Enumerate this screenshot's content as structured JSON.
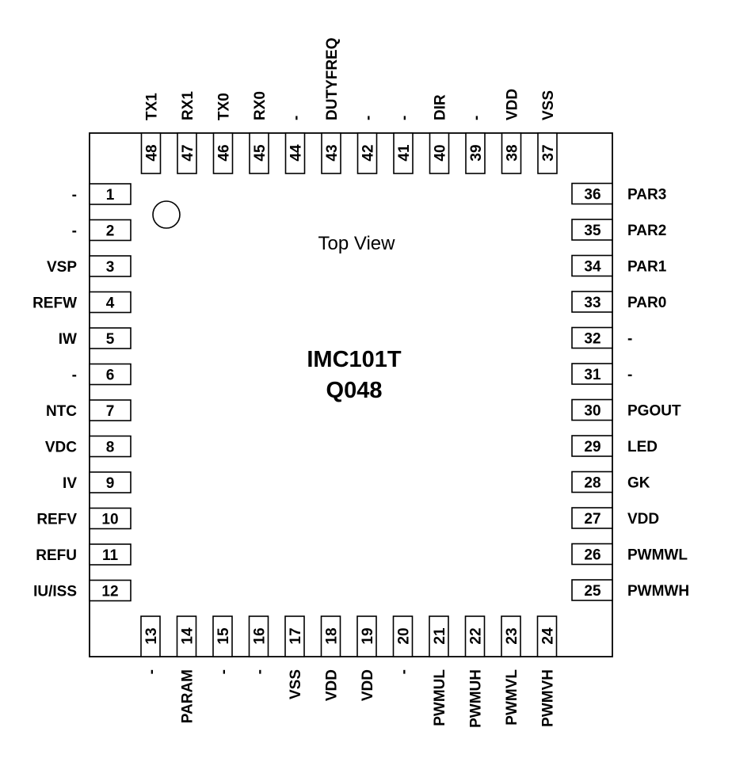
{
  "chip": {
    "part_number": "IMC101T",
    "package": "Q048",
    "view_label": "Top View"
  },
  "pins": {
    "left": [
      {
        "num": "1",
        "name": "-"
      },
      {
        "num": "2",
        "name": "-"
      },
      {
        "num": "3",
        "name": "VSP"
      },
      {
        "num": "4",
        "name": "REFW"
      },
      {
        "num": "5",
        "name": "IW"
      },
      {
        "num": "6",
        "name": "-"
      },
      {
        "num": "7",
        "name": "NTC"
      },
      {
        "num": "8",
        "name": "VDC"
      },
      {
        "num": "9",
        "name": "IV"
      },
      {
        "num": "10",
        "name": "REFV"
      },
      {
        "num": "11",
        "name": "REFU"
      },
      {
        "num": "12",
        "name": "IU/ISS"
      }
    ],
    "bottom": [
      {
        "num": "13",
        "name": "-"
      },
      {
        "num": "14",
        "name": "PARAM"
      },
      {
        "num": "15",
        "name": "-"
      },
      {
        "num": "16",
        "name": "-"
      },
      {
        "num": "17",
        "name": "VSS"
      },
      {
        "num": "18",
        "name": "VDD"
      },
      {
        "num": "19",
        "name": "VDD"
      },
      {
        "num": "20",
        "name": "-"
      },
      {
        "num": "21",
        "name": "PWMUL"
      },
      {
        "num": "22",
        "name": "PWMUH"
      },
      {
        "num": "23",
        "name": "PWMVL"
      },
      {
        "num": "24",
        "name": "PWMVH"
      }
    ],
    "right": [
      {
        "num": "25",
        "name": "PWMWH"
      },
      {
        "num": "26",
        "name": "PWMWL"
      },
      {
        "num": "27",
        "name": "VDD"
      },
      {
        "num": "28",
        "name": "GK"
      },
      {
        "num": "29",
        "name": "LED"
      },
      {
        "num": "30",
        "name": "PGOUT"
      },
      {
        "num": "31",
        "name": "-"
      },
      {
        "num": "32",
        "name": "-"
      },
      {
        "num": "33",
        "name": "PAR0"
      },
      {
        "num": "34",
        "name": "PAR1"
      },
      {
        "num": "35",
        "name": "PAR2"
      },
      {
        "num": "36",
        "name": "PAR3"
      }
    ],
    "top": [
      {
        "num": "37",
        "name": "VSS"
      },
      {
        "num": "38",
        "name": "VDD"
      },
      {
        "num": "39",
        "name": "-"
      },
      {
        "num": "40",
        "name": "DIR"
      },
      {
        "num": "41",
        "name": "-"
      },
      {
        "num": "42",
        "name": "-"
      },
      {
        "num": "43",
        "name": "DUTYFREQ"
      },
      {
        "num": "44",
        "name": "-"
      },
      {
        "num": "45",
        "name": "RX0"
      },
      {
        "num": "46",
        "name": "TX0"
      },
      {
        "num": "47",
        "name": "RX1"
      },
      {
        "num": "48",
        "name": "TX1"
      }
    ]
  }
}
